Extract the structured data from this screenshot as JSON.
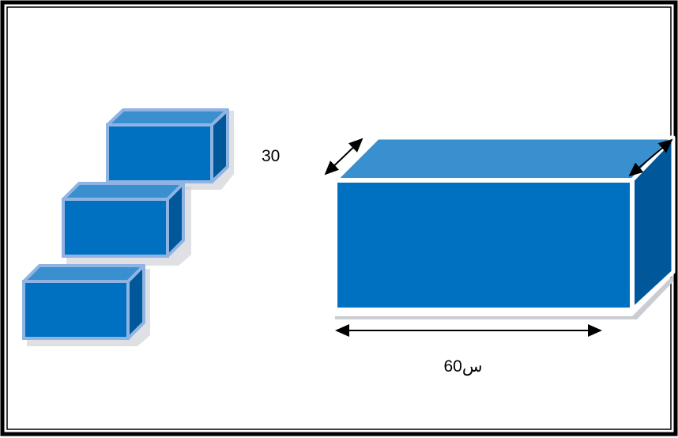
{
  "figure": {
    "depth_label": "30",
    "length_label": "60س"
  },
  "colors": {
    "front_face": "#0071c1",
    "top_face": "#3a8fcf",
    "side_face": "#00579a",
    "outline": "#ffffff",
    "small_box_outline": "#8fb3e3",
    "shadow": "#c9ccd1",
    "frame": "#000000",
    "arrow": "#000000"
  },
  "small_boxes": {
    "count": 3
  }
}
